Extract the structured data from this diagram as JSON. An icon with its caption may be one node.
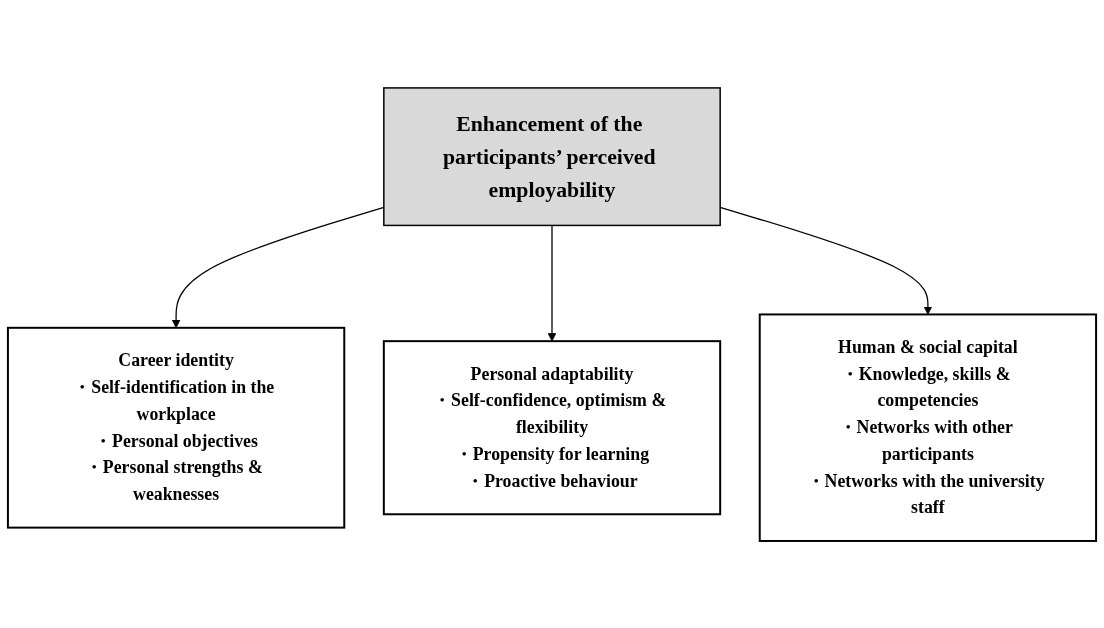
{
  "diagram": {
    "nodes": [
      {
        "text": [
          "Enhancement of the participants’ perceived employability"
        ]
      },
      {
        "text": [
          "Career identity",
          "・Self-identification in the workplace",
          "・Personal objectives",
          "・Personal strengths & weaknesses"
        ]
      },
      {
        "text": [
          "Personal adaptability",
          "・Self-confidence, optimism & flexibility",
          "・Propensity for learning",
          "・Proactive behaviour"
        ]
      },
      {
        "text": [
          "Human & social capital",
          "・Knowledge, skills & competencies",
          "・Networks with other participants",
          "・Networks with the university staff"
        ]
      }
    ],
    "edges": [
      {
        "from": 0,
        "to": 1,
        "arrow": "to"
      },
      {
        "from": 0,
        "to": 2,
        "arrow": "to"
      },
      {
        "from": 0,
        "to": 3,
        "arrow": "to"
      }
    ]
  }
}
